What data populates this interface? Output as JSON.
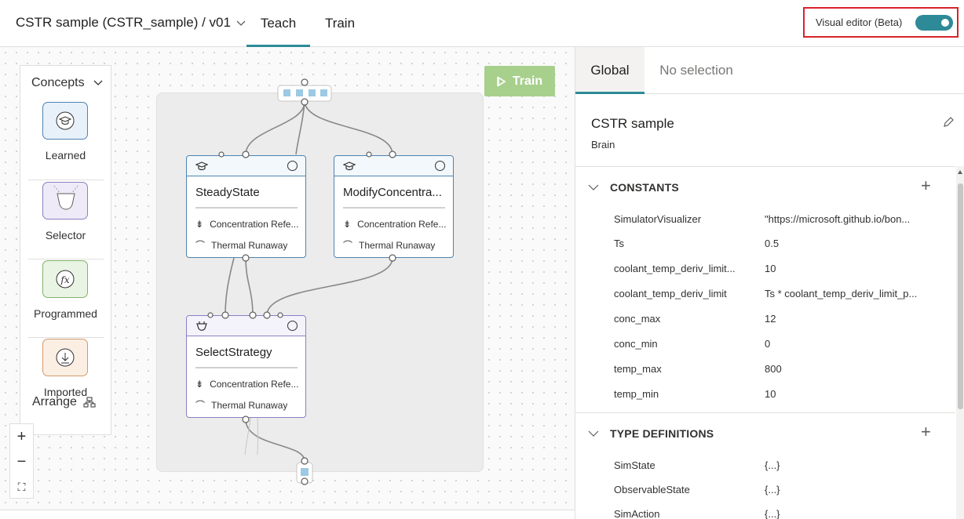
{
  "header": {
    "project_title": "CSTR sample (CSTR_sample) / v01",
    "tabs": [
      {
        "label": "Teach",
        "active": true
      },
      {
        "label": "Train",
        "active": false
      }
    ],
    "visual_editor_label": "Visual editor (Beta)",
    "visual_editor_enabled": true,
    "accent_color": "#2e8a97"
  },
  "palette": {
    "title": "Concepts",
    "items": [
      {
        "label": "Learned",
        "icon": "graduation-cap-icon"
      },
      {
        "label": "Selector",
        "icon": "selector-icon"
      },
      {
        "label": "Programmed",
        "icon": "fx-icon"
      },
      {
        "label": "Imported",
        "icon": "import-icon"
      }
    ],
    "arrange_label": "Arrange"
  },
  "zoom": {
    "in": "+",
    "out": "−",
    "fit": "⛶"
  },
  "canvas": {
    "train_button_label": "Train",
    "nodes": [
      {
        "title": "SteadyState",
        "kind": "learned",
        "rows": [
          "Concentration Refe...",
          "Thermal Runaway"
        ]
      },
      {
        "title": "ModifyConcentra...",
        "kind": "learned",
        "rows": [
          "Concentration Refe...",
          "Thermal Runaway"
        ]
      },
      {
        "title": "SelectStrategy",
        "kind": "selector",
        "rows": [
          "Concentration Refe...",
          "Thermal Runaway"
        ]
      }
    ]
  },
  "panel": {
    "tabs": [
      {
        "label": "Global",
        "active": true
      },
      {
        "label": "No selection",
        "active": false
      }
    ],
    "brain_name": "CSTR sample",
    "brain_type": "Brain",
    "constants": {
      "title": "CONSTANTS",
      "rows": [
        {
          "key": "SimulatorVisualizer",
          "value": "\"https://microsoft.github.io/bon..."
        },
        {
          "key": "Ts",
          "value": "0.5"
        },
        {
          "key": "coolant_temp_deriv_limit...",
          "value": "10"
        },
        {
          "key": "coolant_temp_deriv_limit",
          "value": "Ts * coolant_temp_deriv_limit_p..."
        },
        {
          "key": "conc_max",
          "value": "12"
        },
        {
          "key": "conc_min",
          "value": "0"
        },
        {
          "key": "temp_max",
          "value": "800"
        },
        {
          "key": "temp_min",
          "value": "10"
        }
      ]
    },
    "type_definitions": {
      "title": "TYPE DEFINITIONS",
      "rows": [
        {
          "key": "SimState",
          "value": "{...}"
        },
        {
          "key": "ObservableState",
          "value": "{...}"
        },
        {
          "key": "SimAction",
          "value": "{...}"
        }
      ]
    }
  }
}
